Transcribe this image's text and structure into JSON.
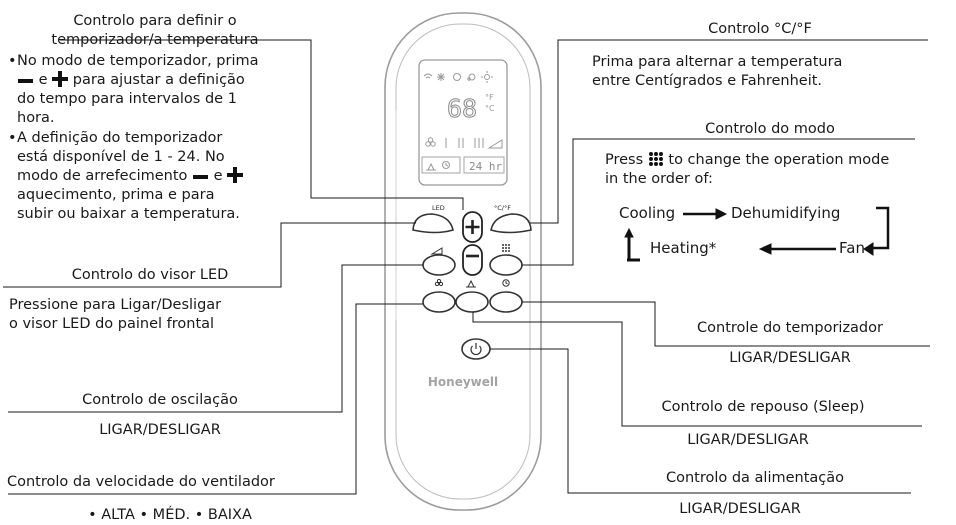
{
  "remote": {
    "brand": "Honeywell",
    "display_value": "68",
    "unit_f": "°F",
    "unit_c": "°C",
    "timer_text": "24 hr",
    "button_labels": {
      "led": "LED",
      "cf": "°C/°F"
    }
  },
  "left": {
    "timer_temp": {
      "title_line1": "Controlo para definir o",
      "title_line2": "temporizador/a temperatura",
      "bullet1_line1": "No modo de temporizador, prima",
      "bullet1_line2": "e",
      "bullet1_line2b": "para ajustar a definição",
      "bullet1_line3": "do tempo para intervalos de 1",
      "bullet1_line4": "hora.",
      "bullet2_line1": "A definição do temporizador",
      "bullet2_line2": "está disponível de 1 - 24. No",
      "bullet2_line3": "modo de arrefecimento",
      "bullet2_line3b": "e",
      "bullet2_line4": "aquecimento, prima e para",
      "bullet2_line5": "subir ou baixar a temperatura."
    },
    "led": {
      "title": "Controlo do visor LED",
      "desc_line1": "Pressione para Ligar/Desligar",
      "desc_line2": "o visor LED do painel frontal"
    },
    "swing": {
      "title": "Controlo de oscilação",
      "desc": "LIGAR/DESLIGAR"
    },
    "fan_speed": {
      "title": "Controlo da velocidade do ventilador",
      "desc": "• ALTA • MÉD. • BAIXA"
    }
  },
  "right": {
    "cf": {
      "title": "Controlo °C/°F",
      "desc_line1": "Prima para alternar a temperatura",
      "desc_line2": "entre Centígrados e Fahrenheit."
    },
    "mode": {
      "title": "Controlo do modo",
      "desc_line1a": "Press",
      "desc_line1b": "to change the operation mode",
      "desc_line2": "in the order of:",
      "cooling": "Cooling",
      "dehumidifying": "Dehumidifying",
      "heating": "Heating*",
      "fan": "Fan"
    },
    "timer": {
      "title": "Controle do temporizador",
      "desc": "LIGAR/DESLIGAR"
    },
    "sleep": {
      "title": "Controlo de repouso (Sleep)",
      "desc": "LIGAR/DESLIGAR"
    },
    "power": {
      "title": "Controlo da alimentação",
      "desc": "LIGAR/DESLIGAR"
    }
  }
}
